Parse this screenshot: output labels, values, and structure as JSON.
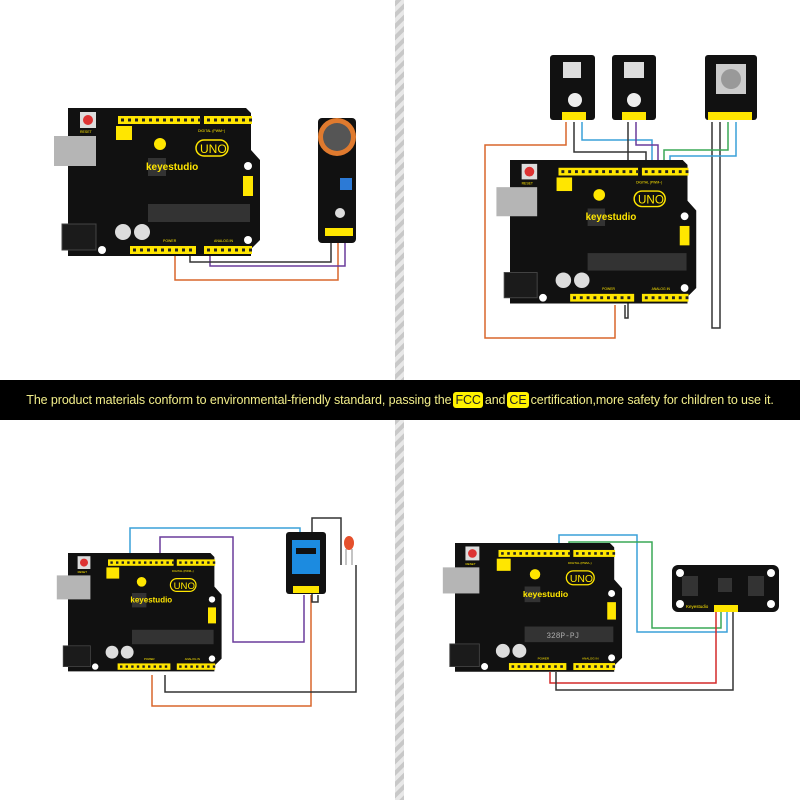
{
  "banner": {
    "text_before": "The product materials conform to environmental-friendly standard, passing the",
    "badge_fcc": "FCC",
    "text_mid": "and",
    "badge_ce": "CE",
    "text_after": "certification,more safety for children to use it."
  },
  "board": {
    "brand": "keyestudio",
    "model": "UNO",
    "reset_label": "RESET",
    "digital_label": "DIGITAL (PWM~)",
    "power_label": "POWER",
    "analog_label": "ANALOG IN",
    "chip_label": "328P-PJ"
  },
  "modules": {
    "bottom_right_brand": "Keyestudio"
  },
  "colors": {
    "board": "#111111",
    "header": "#ffe600",
    "banner_bg": "#000000",
    "banner_text": "#f2ee8a",
    "wire_orange": "#d9662b",
    "wire_purple": "#6a3c9c",
    "wire_blue": "#3aa0d8",
    "wire_green": "#3aa857",
    "wire_red": "#d42a2a",
    "wire_black": "#333333"
  }
}
